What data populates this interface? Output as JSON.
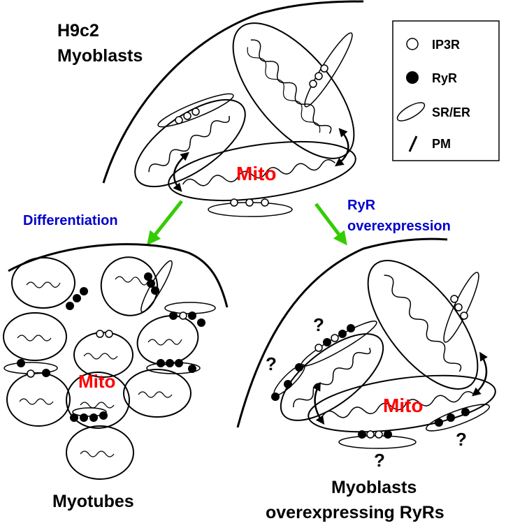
{
  "title_line1": "H9c2",
  "title_line2": "Myoblasts",
  "legend": {
    "ip3r": "IP3R",
    "ryr": "RyR",
    "srer": "SR/ER",
    "pm": "PM"
  },
  "mito_label": "Mito",
  "differentiation_label": "Differentiation",
  "ryr_overexp_line1": "RyR",
  "ryr_overexp_line2": "overexpression",
  "myotubes_label": "Myotubes",
  "myoblasts_overexp_line1": "Myoblasts",
  "myoblasts_overexp_line2": "overexpressing RyRs",
  "question_mark": "?",
  "colors": {
    "mito_text": "#ff0000",
    "arrow_text": "#0000cc",
    "arrow": "#33cc00",
    "ink": "#000000"
  },
  "icons": [
    "ip3r-open-circle-icon",
    "ryr-filled-circle-icon",
    "sr-er-ellipse-icon",
    "pm-line-icon",
    "double-arrow-icon"
  ]
}
